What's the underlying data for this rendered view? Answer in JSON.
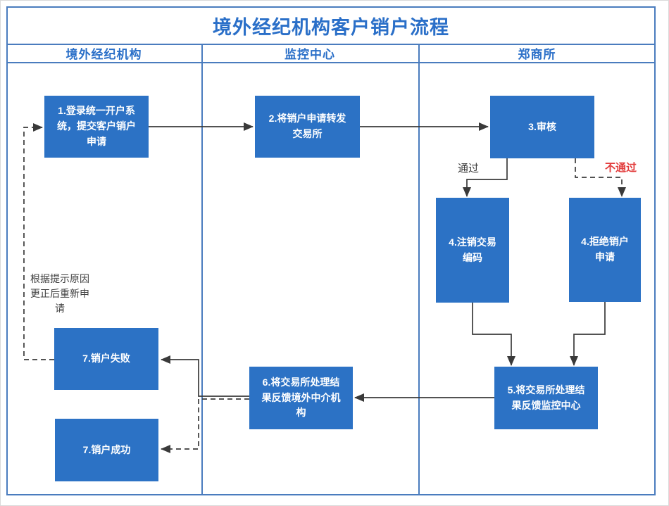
{
  "title": "境外经纪机构客户销户流程",
  "lanes": [
    {
      "label": "境外经纪机构"
    },
    {
      "label": "监控中心"
    },
    {
      "label": "郑商所"
    }
  ],
  "nodes": {
    "step1": {
      "label": "1.登录统一开户系\n统，提交客户销户\n申请"
    },
    "step2": {
      "label": "2.将销户申请转发\n交易所"
    },
    "step3": {
      "label": "3.审核"
    },
    "step4_cancel_code": {
      "label": "4.注销交易\n编码"
    },
    "step4_reject": {
      "label": "4.拒绝销户\n申请"
    },
    "step5": {
      "label": "5.将交易所处理结\n果反馈监控中心"
    },
    "step6": {
      "label": "6.将交易所处理结\n果反馈境外中介机\n构"
    },
    "step7_fail": {
      "label": "7.销户失败"
    },
    "step7_success": {
      "label": "7.销户成功"
    }
  },
  "edge_labels": {
    "approved": "通过",
    "rejected": "不通过",
    "retry_note": "根据提示原因\n更正后重新申\n请"
  },
  "colors": {
    "node_fill": "#2c72c5",
    "lane_line_blue": "#4a7cbe",
    "title_blue": "#2a6fc8",
    "reject_red": "#e23b3b",
    "connector_black": "#3a3a3a"
  }
}
